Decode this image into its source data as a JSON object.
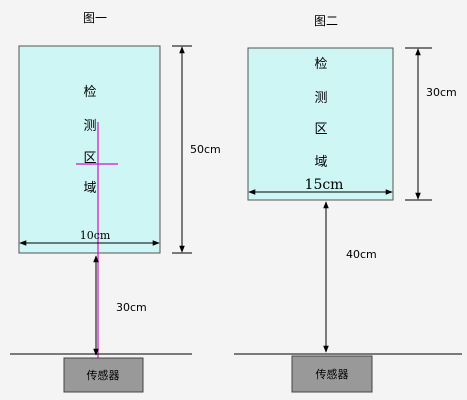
{
  "figure1": {
    "title": "图一",
    "region_chars": [
      "检",
      "测",
      "区",
      "域"
    ],
    "width_label": "10cm",
    "height_label": "50cm",
    "distance_label": "30cm",
    "sensor_label": "传感器"
  },
  "figure2": {
    "title": "图二",
    "region_chars": [
      "检",
      "测",
      "区",
      "域"
    ],
    "width_label": "15cm",
    "height_label": "30cm",
    "distance_label": "40cm",
    "sensor_label": "传感器"
  },
  "colors": {
    "region_fill": "#cdf6f4",
    "sensor_fill": "#999999",
    "beam": "#d60fd6",
    "line": "#000000",
    "background": "#f4f4f4"
  }
}
